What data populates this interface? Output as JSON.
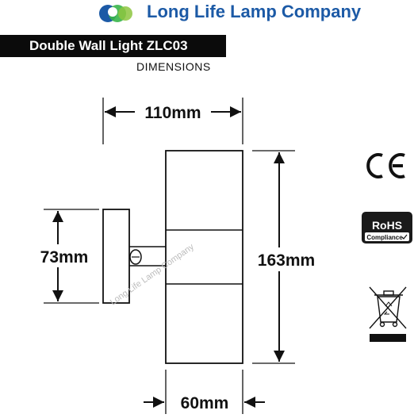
{
  "header": {
    "brand": "Long Life Lamp Company",
    "brand_color": "#1c5aa6",
    "logo_icon": "overlapping-circles-logo"
  },
  "product": {
    "title": "Double Wall Light ZLC03",
    "subtitle": "DIMENSIONS"
  },
  "dimensions": {
    "overall_width": "110mm",
    "height": "163mm",
    "bracket_height": "73mm",
    "body_width": "60mm"
  },
  "watermark": "Long Life Lamp Company",
  "certifications": {
    "ce": "CE",
    "rohs_title": "RoHS",
    "rohs_sub": "Compliance",
    "weee_icon": "crossed-bin-weee-icon"
  }
}
